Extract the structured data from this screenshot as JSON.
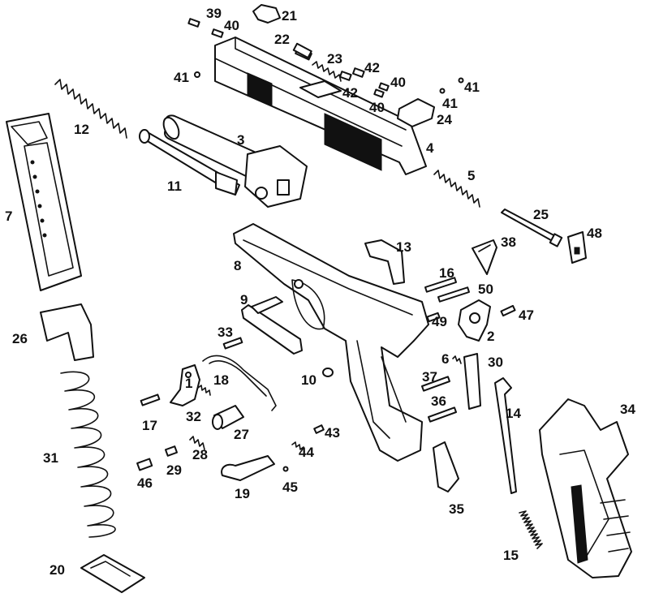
{
  "diagram": {
    "labels": [
      "1",
      "2",
      "3",
      "4",
      "5",
      "6",
      "7",
      "8",
      "9",
      "10",
      "11",
      "12",
      "13",
      "14",
      "15",
      "16",
      "17",
      "18",
      "19",
      "20",
      "21",
      "22",
      "23",
      "24",
      "25",
      "26",
      "27",
      "28",
      "29",
      "30",
      "31",
      "32",
      "33",
      "34",
      "35",
      "36",
      "37",
      "38",
      "39",
      "40",
      "40",
      "40",
      "41",
      "41",
      "41",
      "42",
      "42",
      "43",
      "44",
      "45",
      "46",
      "47",
      "48",
      "49",
      "50"
    ]
  },
  "colors": {
    "ink": "#111111",
    "paper": "#ffffff"
  }
}
